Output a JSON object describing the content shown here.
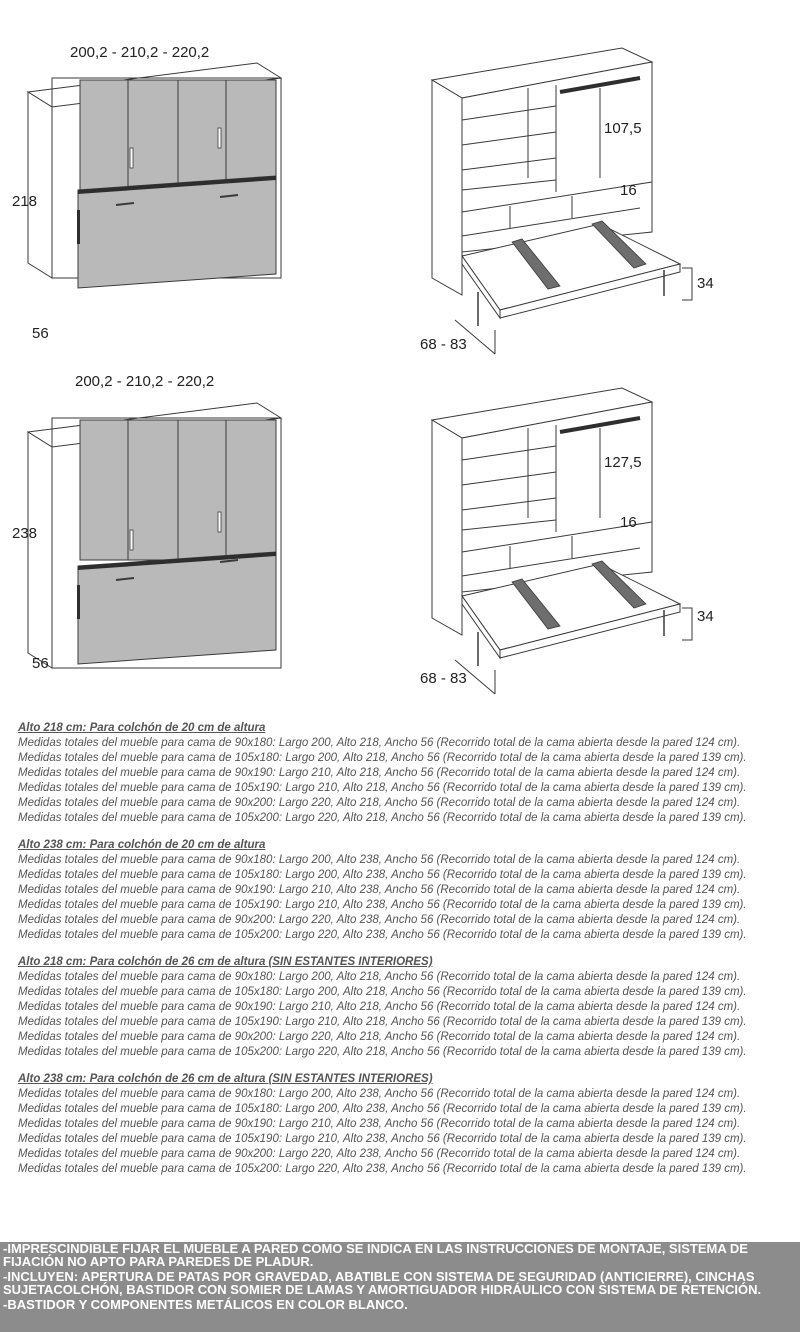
{
  "drawings": {
    "top": {
      "front_width": "200,2 - 210,2 - 220,2",
      "front_height": "218",
      "front_depth": "56",
      "open_inner_height": "107,5",
      "open_gap": "16",
      "open_bed_height": "34",
      "open_extension": "68 - 83"
    },
    "bottom": {
      "front_width": "200,2 - 210,2 - 220,2",
      "front_height": "238",
      "front_depth": "56",
      "open_inner_height": "127,5",
      "open_gap": "16",
      "open_bed_height": "34",
      "open_extension": "68 - 83"
    }
  },
  "specs": [
    {
      "title": "Alto 218 cm: Para colchón de 20 cm de altura",
      "lines": [
        "Medidas totales del mueble para cama de 90x180: Largo 200, Alto 218, Ancho 56 (Recorrido total de la cama abierta desde la pared 124 cm).",
        "Medidas totales del mueble para cama de 105x180: Largo 200, Alto 218, Ancho 56 (Recorrido total de la cama abierta desde la pared 139 cm).",
        "Medidas totales del mueble para cama de 90x190: Largo 210, Alto 218, Ancho 56 (Recorrido total de la cama abierta desde la pared 124 cm).",
        "Medidas totales del mueble para cama de 105x190: Largo 210, Alto 218, Ancho 56 (Recorrido total de la cama abierta desde la pared 139 cm).",
        "Medidas totales del mueble para cama de 90x200: Largo 220, Alto 218, Ancho 56 (Recorrido total de la cama abierta desde la pared 124 cm).",
        "Medidas totales del mueble para cama de 105x200: Largo 220, Alto 218, Ancho 56 (Recorrido total de la cama abierta desde la pared 139 cm)."
      ]
    },
    {
      "title": "Alto 238 cm: Para colchón de 20 cm de altura",
      "lines": [
        "Medidas totales del mueble para cama de 90x180: Largo 200, Alto 238, Ancho 56 (Recorrido total de la cama abierta desde la pared 124 cm).",
        "Medidas totales del mueble para cama de 105x180: Largo 200, Alto 238, Ancho 56 (Recorrido total de la cama abierta desde la pared 139 cm).",
        "Medidas totales del mueble para cama de 90x190: Largo 210, Alto 238, Ancho 56 (Recorrido total de la cama abierta desde la pared 124 cm).",
        "Medidas totales del mueble para cama de 105x190: Largo 210, Alto 238, Ancho 56 (Recorrido total de la cama abierta desde la pared 139 cm).",
        "Medidas totales del mueble para cama de 90x200: Largo 220, Alto 238, Ancho 56 (Recorrido total de la cama abierta desde la pared 124 cm).",
        "Medidas totales del mueble para cama de 105x200: Largo 220, Alto 238, Ancho 56 (Recorrido total de la cama abierta desde la pared 139 cm)."
      ]
    },
    {
      "title": "Alto 218 cm: Para colchón de 26 cm de altura (SIN ESTANTES INTERIORES)",
      "lines": [
        "Medidas totales del mueble para cama de 90x180: Largo 200, Alto 218, Ancho 56 (Recorrido total de la cama abierta desde la pared 124 cm).",
        "Medidas totales del mueble para cama de 105x180: Largo 200, Alto 218, Ancho 56 (Recorrido total de la cama abierta desde la pared 139 cm).",
        "Medidas totales del mueble para cama de 90x190: Largo 210, Alto 218, Ancho 56 (Recorrido total de la cama abierta desde la pared 124 cm).",
        "Medidas totales del mueble para cama de 105x190: Largo 210, Alto 218, Ancho 56 (Recorrido total de la cama abierta desde la pared 139 cm).",
        "Medidas totales del mueble para cama de 90x200: Largo 220, Alto 218, Ancho 56 (Recorrido total de la cama abierta desde la pared 124 cm).",
        "Medidas totales del mueble para cama de 105x200: Largo 220, Alto 218, Ancho 56 (Recorrido total de la cama abierta desde la pared 139 cm)."
      ]
    },
    {
      "title": "Alto 238 cm: Para colchón de 26 cm de altura (SIN ESTANTES INTERIORES)",
      "lines": [
        "Medidas totales del mueble para cama de 90x180: Largo 200, Alto 238, Ancho 56 (Recorrido total de la cama abierta desde la pared 124 cm).",
        "Medidas totales del mueble para cama de 105x180: Largo 200, Alto 238, Ancho 56 (Recorrido total de la cama abierta desde la pared 139 cm).",
        "Medidas totales del mueble para cama de 90x190: Largo 210, Alto 238, Ancho 56 (Recorrido total de la cama abierta desde la pared 124 cm).",
        "Medidas totales del mueble para cama de 105x190: Largo 210, Alto 238, Ancho 56 (Recorrido total de la cama abierta desde la pared 139 cm).",
        "Medidas totales del mueble para cama de 90x200: Largo 220, Alto 238, Ancho 56 (Recorrido total de la cama abierta desde la pared 124 cm).",
        "Medidas totales del mueble para cama de 105x200: Largo 220, Alto 238, Ancho 56 (Recorrido total de la cama abierta desde la pared 139 cm)."
      ]
    }
  ],
  "notes": [
    "-IMPRESCINDIBLE FIJAR EL MUEBLE A PARED COMO SE INDICA EN LAS INSTRUCCIONES DE MONTAJE, SISTEMA DE FIJACIÓN NO APTO PARA PAREDES DE PLADUR.",
    "-INCLUYEN: APERTURA DE PATAS POR GRAVEDAD, ABATIBLE CON SISTEMA DE SEGURIDAD (ANTICIERRE), CINCHAS SUJETACOLCHÓN, BASTIDOR CON SOMIER DE LAMAS Y AMORTIGUADOR HIDRÁULICO CON SISTEMA DE RETENCIÓN.",
    "-BASTIDOR Y COMPONENTES METÁLICOS EN COLOR BLANCO."
  ],
  "colors": {
    "panel_fill": "#b9b9b9",
    "line": "#3a3a3a",
    "footer_bg": "#8c8c8c"
  }
}
